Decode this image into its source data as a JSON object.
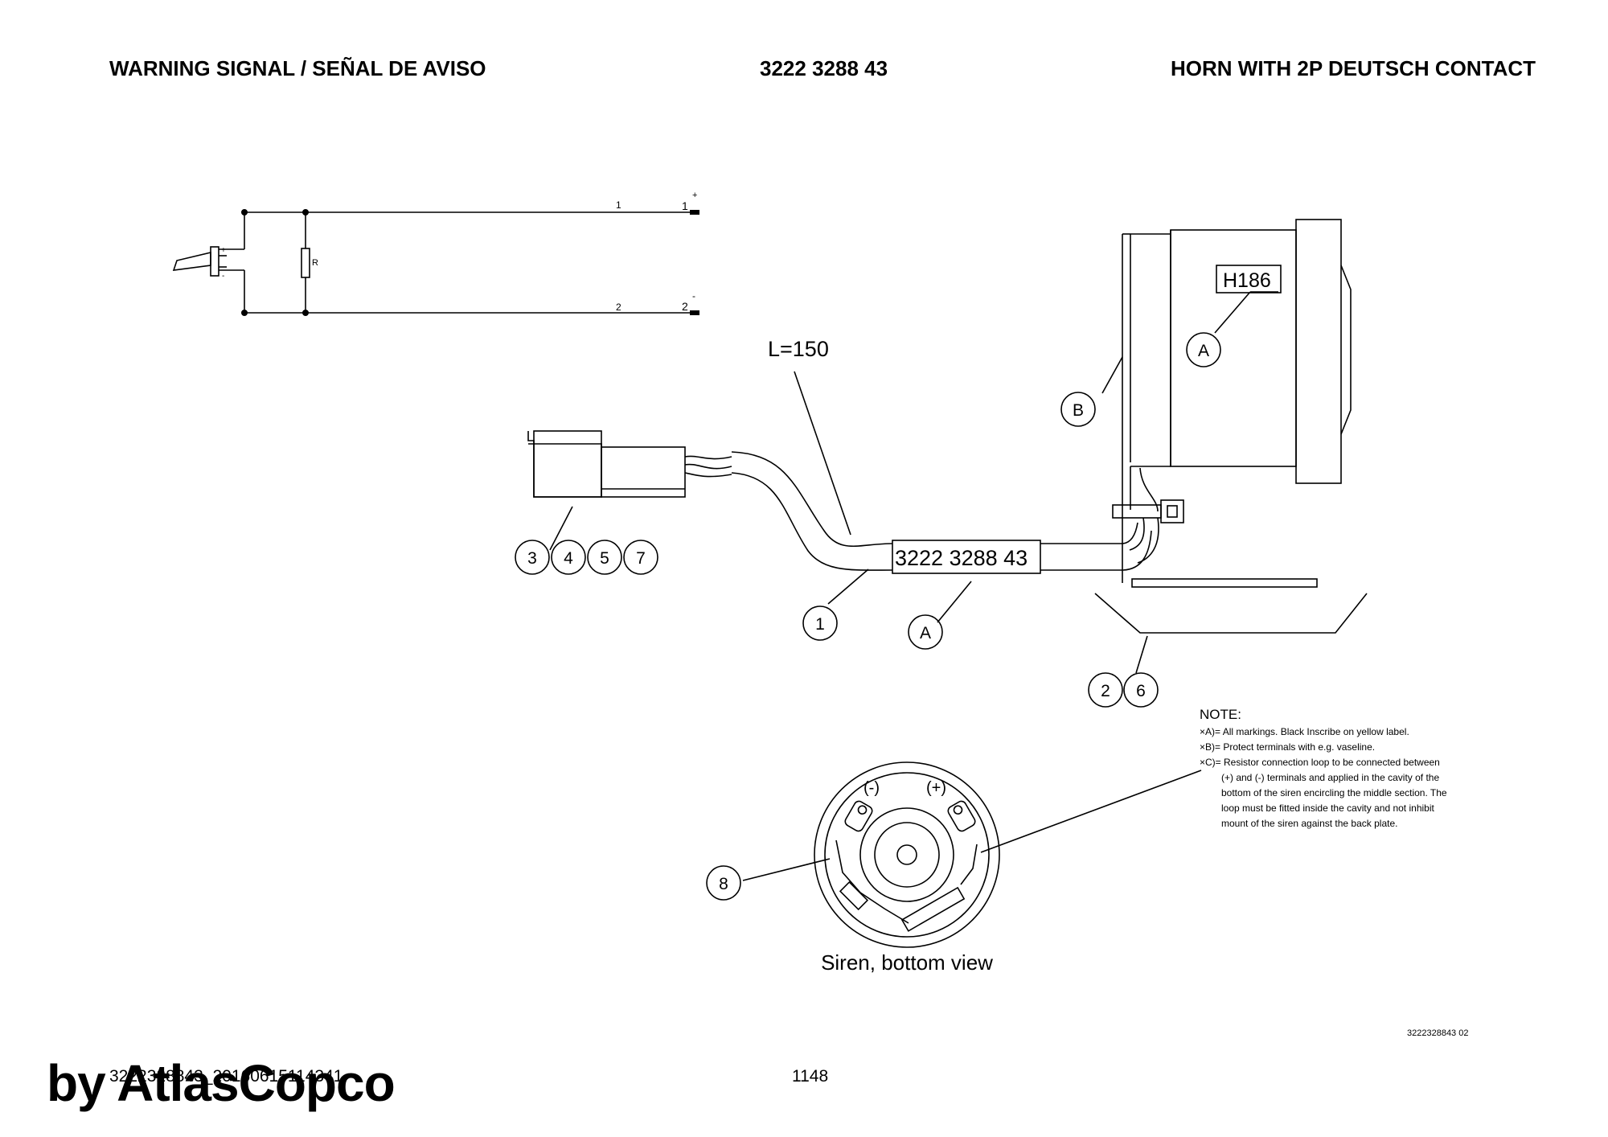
{
  "header": {
    "left": "WARNING SIGNAL / SEÑAL DE AVISO",
    "center": "3222 3288 43",
    "right": "HORN WITH 2P DEUTSCH CONTACT"
  },
  "schematic": {
    "wire1_label": "1",
    "wire1_terminal": "1",
    "wire1_sign": "+",
    "wire2_label": "2",
    "wire2_terminal": "2",
    "wire2_sign": "-",
    "resistor_label": "R",
    "horn_plus": "+",
    "horn_minus": "-"
  },
  "drawing": {
    "length_label": "L=150",
    "cable_label": "3222 3288 43",
    "horn_label": "H186",
    "callouts": {
      "A_top": "A",
      "B": "B",
      "n3": "3",
      "n4": "4",
      "n5": "5",
      "n7": "7",
      "n1": "1",
      "A_cable": "A",
      "n2": "2",
      "n6": "6",
      "n8": "8"
    },
    "siren_minus": "(-)",
    "siren_plus": "(+)",
    "siren_caption": "Siren, bottom view"
  },
  "note": {
    "title": "NOTE:",
    "lines": [
      "×A)= All markings. Black Inscribe on yellow label.",
      "×B)= Protect terminals with e.g. vaseline.",
      "×C)= Resistor connection loop to be connected between",
      "(+) and (-) terminals and applied in the cavity of the",
      "bottom of the siren encircling the middle section. The",
      "loop must be fitted inside the cavity and not inhibit",
      "mount of the siren against the back plate."
    ]
  },
  "doc_ref": "3222328843 02",
  "footer": {
    "file_id": "3222328843_20160615114341",
    "page_number": "1148",
    "brand": "by AtlasCopco"
  }
}
